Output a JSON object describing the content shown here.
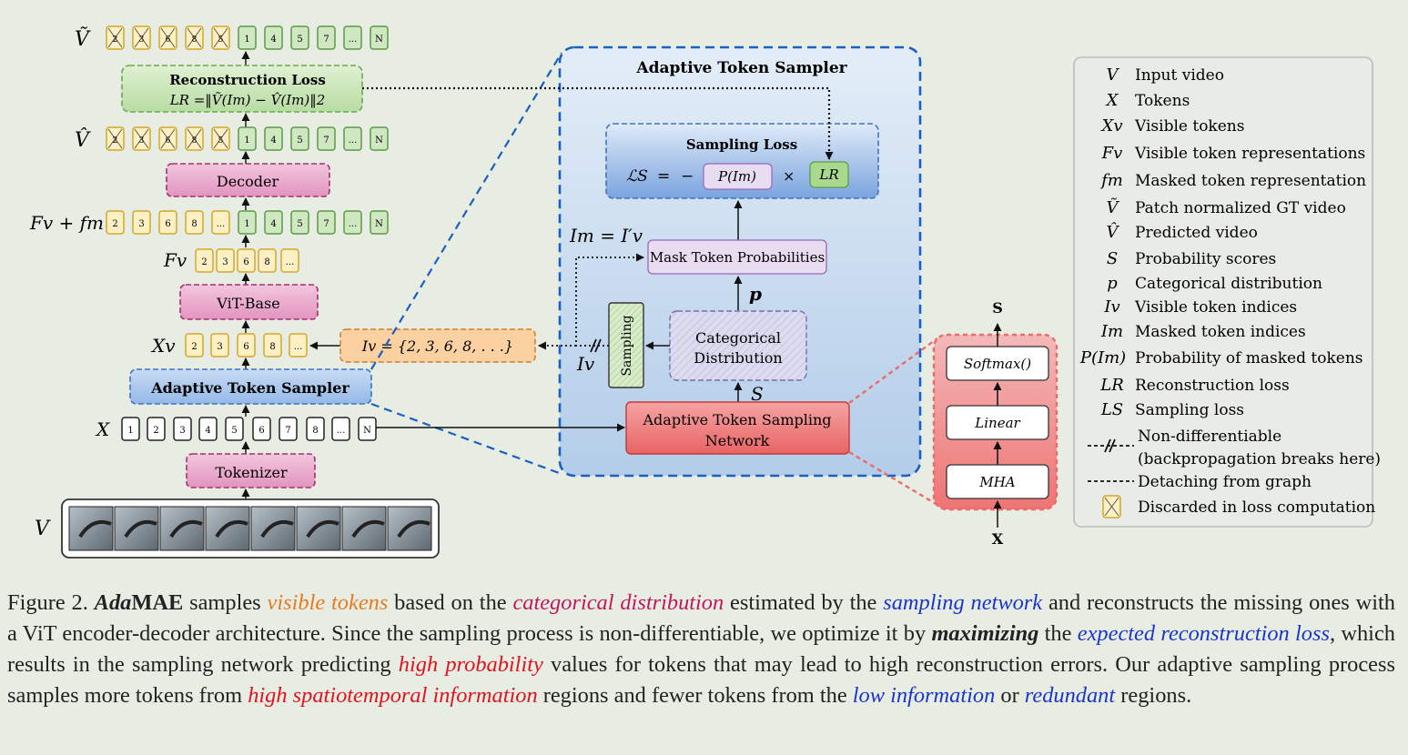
{
  "labels": {
    "v_tilde": "Ṽ",
    "v_hat": "V̂",
    "fv_fm": "Fv + fm",
    "fv": "Fv",
    "xv": "Xv",
    "x": "X",
    "v": "V",
    "s_out": "S",
    "x_in": "X",
    "im_eq": "Im = I′v",
    "iv": "Iv",
    "s_prob": "S",
    "p_cat": "p"
  },
  "tokens": {
    "discarded_top": [
      "2",
      "3",
      "6",
      "8",
      "5"
    ],
    "kept": [
      "1",
      "4",
      "5",
      "7",
      "...",
      "N"
    ],
    "visible": [
      "2",
      "3",
      "6",
      "8",
      "..."
    ],
    "all": [
      "1",
      "2",
      "3",
      "4",
      "5",
      "6",
      "7",
      "8",
      "...",
      "N"
    ]
  },
  "blocks": {
    "recon_title": "Reconstruction Loss",
    "recon_formula": "LR =‖Ṽ(Im) − V̂(Im)‖2",
    "decoder": "Decoder",
    "vit": "ViT-Base",
    "ats_small": "Adaptive Token Sampler",
    "tokenizer": "Tokenizer",
    "iv_set": "Iv = {2, 3, 6, 8, . . .}"
  },
  "sampler": {
    "title": "Adaptive Token Sampler",
    "loss_title": "Sampling Loss",
    "ls": "ℒS",
    "eq": "=",
    "minus": "−",
    "p_im": "P(Im)",
    "times": "×",
    "lr": "LR",
    "mask_probs": "Mask Token Probabilities",
    "sampling": "Sampling",
    "cat_line1": "Categorical",
    "cat_line2": "Distribution",
    "net_line1": "Adaptive Token Sampling",
    "net_line2": "Network"
  },
  "network": {
    "softmax": "Softmax()",
    "linear": "Linear",
    "mha": "MHA"
  },
  "legend": [
    {
      "sym": "V",
      "desc": "Input video"
    },
    {
      "sym": "X",
      "desc": "Tokens"
    },
    {
      "sym": "Xv",
      "desc": "Visible tokens"
    },
    {
      "sym": "Fv",
      "desc": "Visible token representations"
    },
    {
      "sym": "fm",
      "desc": "Masked token representation"
    },
    {
      "sym": "Ṽ",
      "desc": "Patch normalized GT video"
    },
    {
      "sym": "V̂",
      "desc": "Predicted video"
    },
    {
      "sym": "S",
      "desc": "Probability scores"
    },
    {
      "sym": "p",
      "desc": "Categorical distribution"
    },
    {
      "sym": "Iv",
      "desc": "Visible token indices"
    },
    {
      "sym": "Im",
      "desc": "Masked token indices"
    },
    {
      "sym": "P(Im)",
      "desc": "Probability of masked tokens"
    },
    {
      "sym": "LR",
      "desc": "Reconstruction loss"
    },
    {
      "sym": "LS",
      "desc": "Sampling loss"
    }
  ],
  "legend_extra": {
    "nondiff_1": "Non-differentiable",
    "nondiff_2": "(backpropagation breaks here)",
    "detach": "Detaching from graph",
    "discarded": "Discarded in loss computation"
  },
  "caption": {
    "fig": "Figure 2.",
    "ada": "Ada",
    "mae": "MAE",
    "t1": " samples ",
    "visible_tokens": "visible tokens",
    "t2": " based on the ",
    "categorical_distribution": "categorical distribution",
    "t3": " estimated by the ",
    "sampling_network": "sampling network",
    "t4": " and reconstructs the missing ones with a ViT encoder-decoder architecture. Since the sampling process is non-differentiable, we optimize it by ",
    "maximizing": "maximizing",
    "t5": " the ",
    "expected_loss": "expected reconstruction loss",
    "t6": ", which results in the sampling network predicting ",
    "high_probability": "high probability",
    "t7": " values for tokens that may lead to high reconstruction errors. Our adaptive sampling process samples more tokens from ",
    "high_info": "high spatiotemporal information",
    "t8": " regions and fewer tokens from the ",
    "low_info": "low information",
    "t9": " or ",
    "redundant": "redundant",
    "t10": " regions."
  },
  "colors": {
    "yellow_token": "#fdf0c4",
    "green_token": "#cfe8c2",
    "pink_block": "#e9a6c8",
    "blue_block": "#a9c8ef",
    "orange_block": "#fbd1a2",
    "red_block": "#f07d7d",
    "sampler_bg": "#cfe0f1"
  }
}
